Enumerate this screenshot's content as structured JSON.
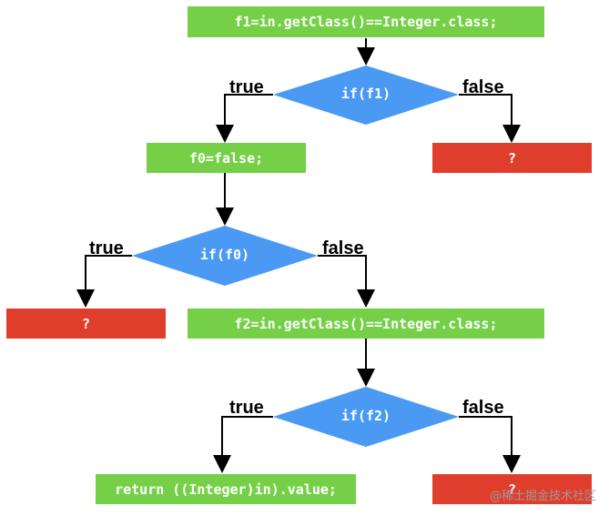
{
  "flowchart": {
    "assign_f1": "f1=in.getClass()==Integer.class;",
    "cond_f1": "if(f1)",
    "f1_true_label": "true",
    "f1_false_label": "false",
    "assign_f0": "f0=false;",
    "f1_false_result": "?",
    "cond_f0": "if(f0)",
    "f0_true_label": "true",
    "f0_false_label": "false",
    "f0_true_result": "?",
    "assign_f2": "f2=in.getClass()==Integer.class;",
    "cond_f2": "if(f2)",
    "f2_true_label": "true",
    "f2_false_label": "false",
    "f2_true_result": "return ((Integer)in).value;",
    "f2_false_result": "?"
  },
  "watermark": "@稀土掘金技术社区",
  "colors": {
    "process": "#75D047",
    "decision": "#4A9AF4",
    "terminal_unknown": "#E03E2D",
    "arrow": "#000000"
  }
}
